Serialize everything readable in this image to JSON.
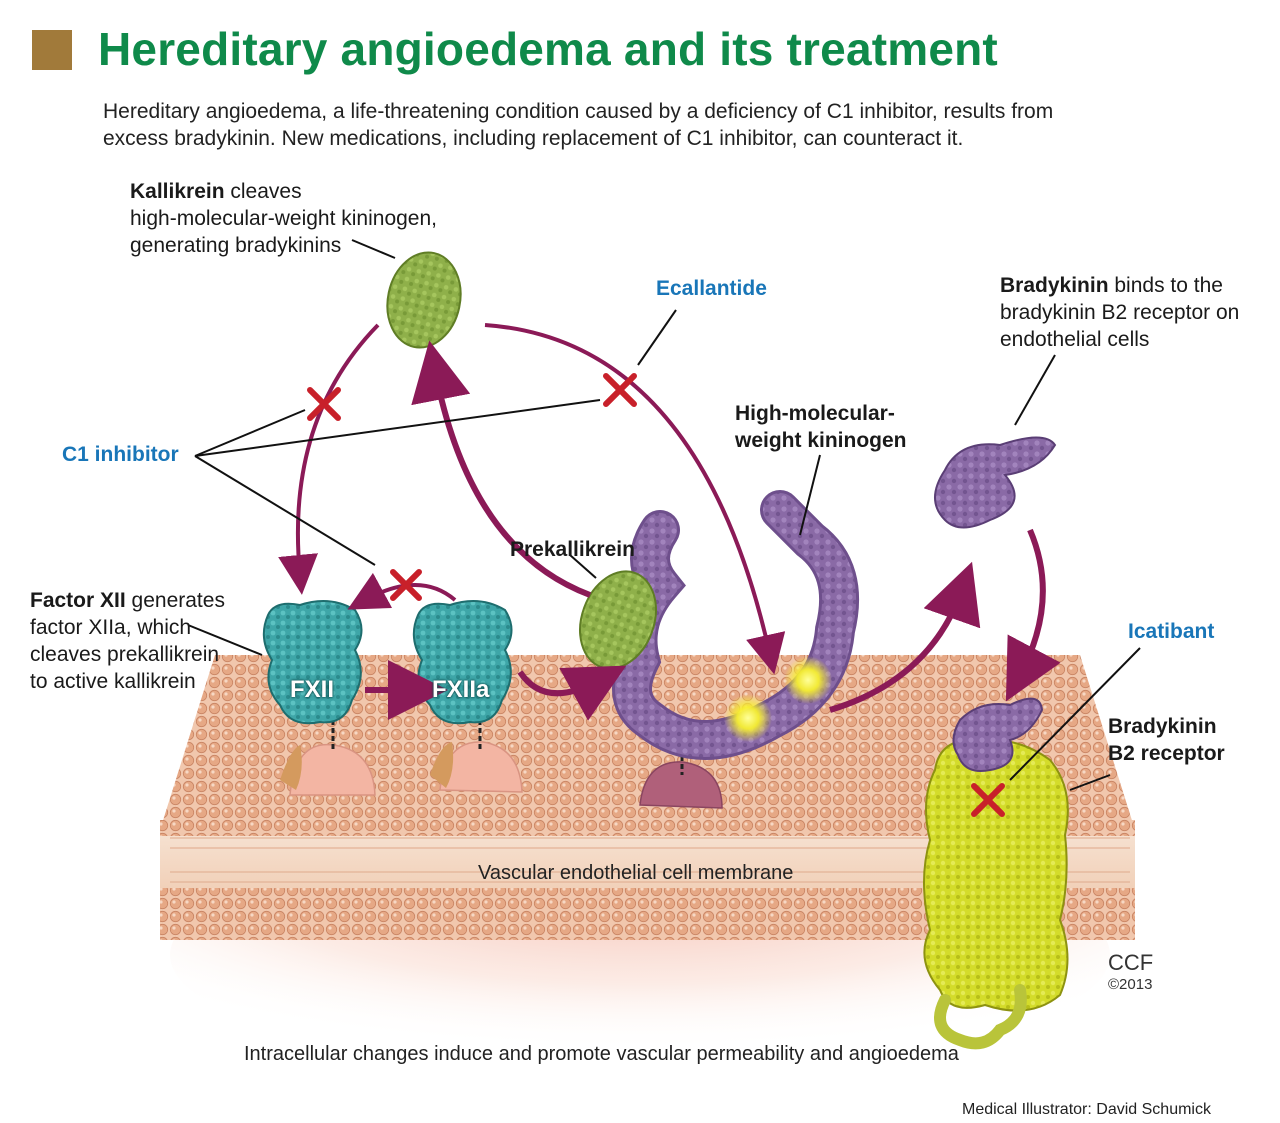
{
  "title": "Hereditary angioedema and its treatment",
  "intro": {
    "line1": "Hereditary angioedema, a life-threatening condition caused by a deficiency of C1 inhibitor, results from",
    "line2": "excess bradykinin. New medications, including replacement of C1 inhibitor, can counteract it."
  },
  "kallikrein": {
    "bold": "Kallikrein",
    "rest": " cleaves",
    "line2": "high-molecular-weight kininogen,",
    "line3": "generating bradykinins"
  },
  "ecallantide": "Ecallantide",
  "c1_inhibitor": "C1 inhibitor",
  "bradykinin_binds": {
    "bold": "Bradykinin",
    "rest": " binds to the",
    "line2": "bradykinin B2 receptor on",
    "line3": "endothelial cells"
  },
  "hmwk": {
    "line1": "High-molecular-",
    "line2": "weight kininogen"
  },
  "prekallikrein": "Prekallikrein",
  "factor_xii": {
    "bold": "Factor XII",
    "rest": " generates",
    "line2": "factor XIIa, which",
    "line3": "cleaves prekallikrein",
    "line4": "to active kallikrein"
  },
  "fxii": "FXII",
  "fxiia": "FXIIa",
  "icatibant": "Icatibant",
  "b2_receptor": {
    "line1": "Bradykinin",
    "line2": "B2 receptor"
  },
  "membrane": "Vascular endothelial cell membrane",
  "ccf": "CCF",
  "ccf_year": "©2013",
  "footer": "Intracellular changes induce and promote vascular permeability and angioedema",
  "credit": "Medical Illustrator: David Schumick",
  "colors": {
    "title": "#0f8a4a",
    "drug": "#1976b8",
    "arrow": "#8b1a57",
    "block_x": "#c8202a",
    "membrane": "#e8b393",
    "kallikrein": "#8fb04a",
    "fxii": "#3ea6a8",
    "kininogen": "#8a6aa6",
    "receptor": "#d4dc2a"
  },
  "icons": {
    "block": "red-x-block-icon",
    "arrow": "curved-arrow-icon"
  }
}
